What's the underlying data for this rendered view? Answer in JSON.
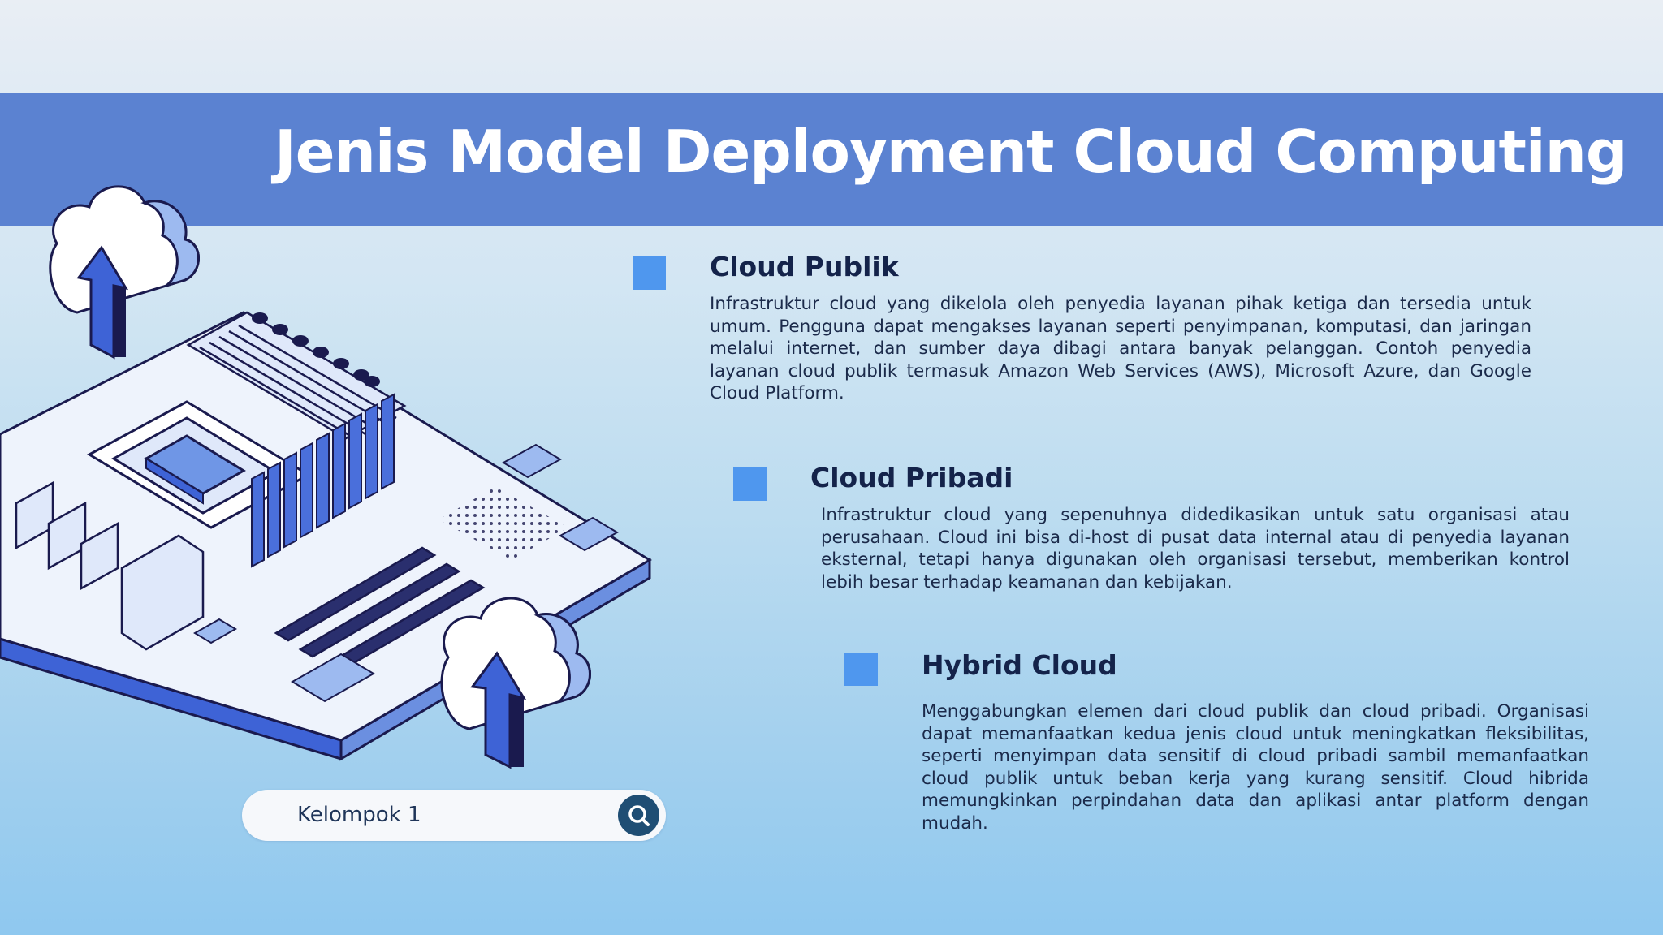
{
  "header": {
    "title": "Jenis Model Deployment Cloud Computing"
  },
  "sections": [
    {
      "heading": "Cloud Publik",
      "body": "Infrastruktur cloud yang dikelola oleh penyedia layanan pihak ketiga dan tersedia untuk umum. Pengguna dapat mengakses layanan seperti penyimpanan, komputasi, dan jaringan melalui internet, dan sumber daya dibagi antara banyak pelanggan. Contoh penyedia layanan cloud publik termasuk Amazon Web Services (AWS), Microsoft Azure, dan Google Cloud Platform."
    },
    {
      "heading": "Cloud Pribadi",
      "body": "Infrastruktur cloud yang sepenuhnya didedikasikan untuk satu organisasi atau perusahaan. Cloud ini bisa di-host di pusat data internal atau di penyedia layanan eksternal, tetapi hanya digunakan oleh organisasi tersebut, memberikan kontrol lebih besar terhadap keamanan dan kebijakan."
    },
    {
      "heading": "Hybrid Cloud",
      "body": "Menggabungkan elemen dari cloud publik dan cloud pribadi. Organisasi dapat memanfaatkan kedua jenis cloud untuk meningkatkan fleksibilitas, seperti menyimpan data sensitif di cloud pribadi sambil memanfaatkan cloud publik untuk beban kerja yang kurang sensitif. Cloud hibrida memungkinkan perpindahan data dan aplikasi antar platform dengan mudah."
    }
  ],
  "search": {
    "text": "Kelompok 1",
    "icon": "search-icon"
  },
  "illustration": {
    "icons": [
      "motherboard-icon",
      "cloud-upload-icon"
    ]
  },
  "colors": {
    "title_bar": "#5b82d1",
    "bullet": "#4f97ee",
    "heading_text": "#14234a",
    "search_button": "#1f4e74"
  }
}
